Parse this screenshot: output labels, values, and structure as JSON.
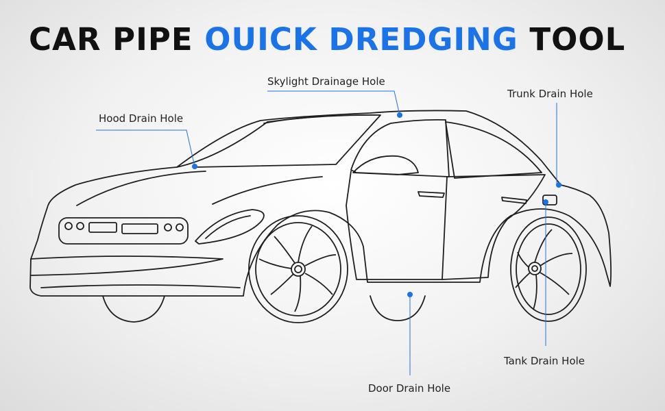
{
  "title": {
    "part1": "CAR PIPE ",
    "accent": "OUICK DREDGING",
    "part2": " TOOL"
  },
  "callouts": {
    "skylight": "Skylight Drainage Hole",
    "hood": "Hood Drain Hole",
    "trunk": "Trunk Drain Hole",
    "tank": "Tank Drain Hole",
    "door": "Door Drain Hole"
  },
  "colors": {
    "accent": "#1a73e8",
    "title_text": "#111111",
    "line_art": "#1e1e1e",
    "background": "#eeeeee"
  }
}
